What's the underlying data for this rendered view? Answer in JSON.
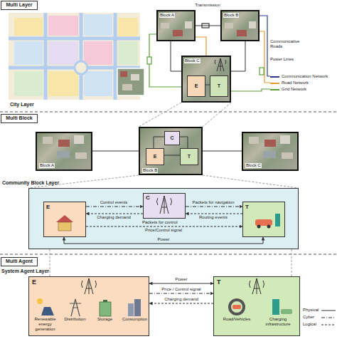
{
  "diagram": {
    "nodes": [
      {
        "text": [
          "Multi Layer"
        ]
      },
      {
        "text": [
          "Block A"
        ]
      },
      {
        "text": [
          "Block B"
        ]
      },
      {
        "text": [
          "Block C"
        ]
      },
      {
        "text": [
          "E"
        ],
        "in": 3
      },
      {
        "text": [
          "T"
        ],
        "in": 3
      },
      {
        "text": [
          "Multi Block"
        ]
      },
      {
        "text": [
          "Block A"
        ]
      },
      {
        "text": [
          "Block B"
        ]
      },
      {
        "text": [
          "C"
        ],
        "in": 8
      },
      {
        "text": [
          "E"
        ],
        "in": 8
      },
      {
        "text": [
          "T"
        ],
        "in": 8
      },
      {
        "text": [
          "Block C"
        ]
      },
      {
        "text": [
          "Community Block Layer"
        ]
      },
      {
        "text": [
          "E"
        ],
        "in": 13
      },
      {
        "text": [
          "C"
        ],
        "in": 13
      },
      {
        "text": [
          "T"
        ],
        "in": 13
      },
      {
        "text": [
          "Multi Agent"
        ]
      },
      {
        "text": [
          "E",
          "Renewable energy generation",
          "Distribution",
          "Storage",
          "Consumption"
        ]
      },
      {
        "text": [
          "T",
          "Road/Vehicles",
          "Charging infrastructure"
        ]
      }
    ],
    "edges": [
      {
        "from": 1,
        "to": 2,
        "arrow": "none",
        "label": "Transmission"
      },
      {
        "from": 1,
        "to": 3,
        "arrow": "none"
      },
      {
        "from": 2,
        "to": 3,
        "arrow": "none"
      },
      {
        "from": 4,
        "to": 5,
        "arrow": "none"
      },
      {
        "from": 7,
        "to": 8,
        "arrow": "none"
      },
      {
        "from": 8,
        "to": 12,
        "arrow": "none"
      },
      {
        "from": 9,
        "to": 10,
        "arrow": "none"
      },
      {
        "from": 9,
        "to": 11,
        "arrow": "none"
      },
      {
        "from": 10,
        "to": 11,
        "arrow": "none"
      },
      {
        "from": 14,
        "to": 15,
        "arrow": "to",
        "label": "Control events"
      },
      {
        "from": 15,
        "to": 14,
        "arrow": "to",
        "label": "Charging demand"
      },
      {
        "from": 15,
        "to": 16,
        "arrow": "to",
        "label": "Packets for navigation"
      },
      {
        "from": 16,
        "to": 15,
        "arrow": "to",
        "label": "Routing events"
      },
      {
        "from": 14,
        "to": 16,
        "arrow": "to",
        "label": "Price/Control signal"
      },
      {
        "from": 14,
        "to": 16,
        "arrow": "both",
        "label": "Power"
      },
      {
        "from": 18,
        "to": 19,
        "arrow": "both",
        "label": "Power"
      },
      {
        "from": 18,
        "to": 19,
        "arrow": "to",
        "label": "Price / Control signal"
      },
      {
        "from": 19,
        "to": 18,
        "arrow": "to",
        "label": "Charging demand"
      }
    ],
    "labels": [
      "City Layer",
      "Communicative Roads",
      "Power Lines",
      "Packets for control",
      "System Agent Layer"
    ],
    "legend": [
      {
        "text": "Communication Network",
        "color": "#2e3b8c"
      },
      {
        "text": "Road Network",
        "color": "#e69a2e"
      },
      {
        "text": "Grid Network",
        "color": "#5a9e3a"
      },
      {
        "text": "Physical"
      },
      {
        "text": "Cyber"
      },
      {
        "text": "Logical"
      }
    ]
  }
}
